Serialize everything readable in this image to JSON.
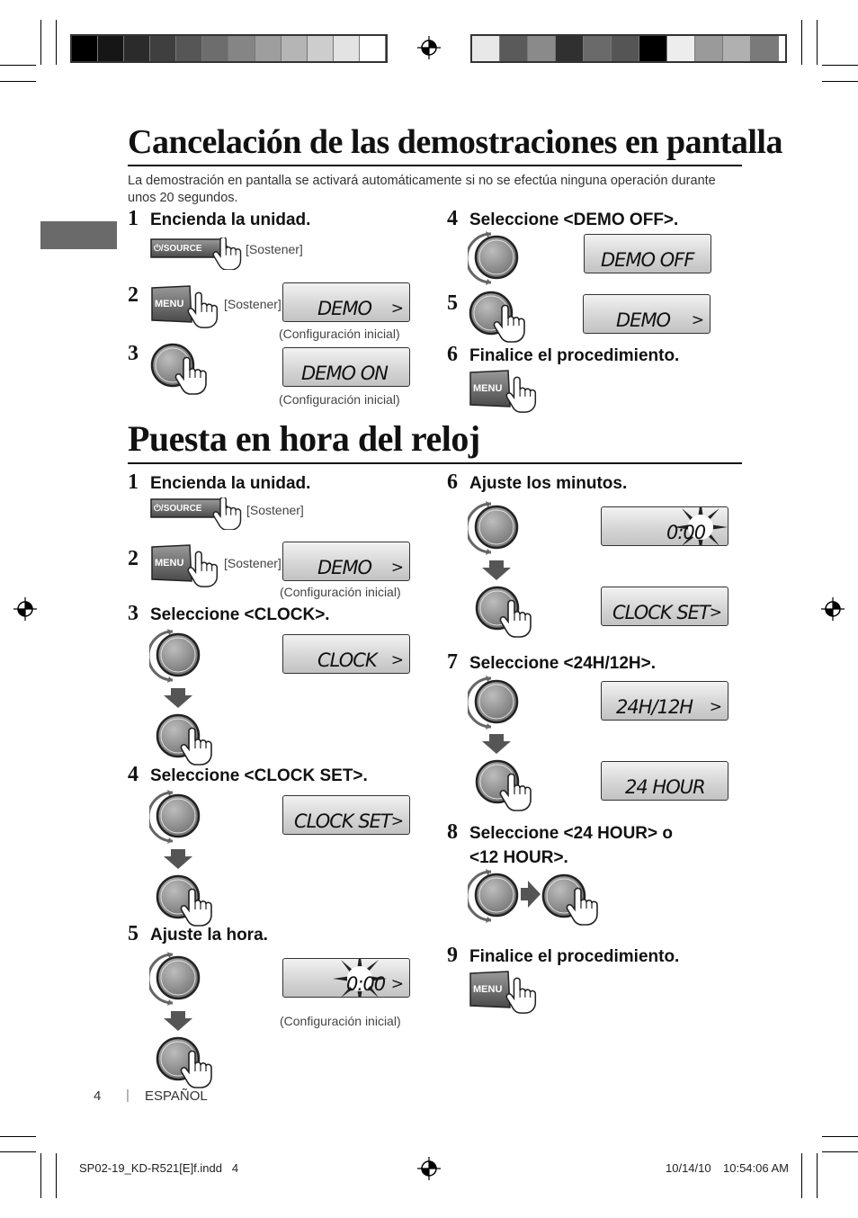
{
  "colors": {
    "bar_left": [
      "#000000",
      "#161616",
      "#2b2b2b",
      "#3f3f3f",
      "#565656",
      "#6d6d6d",
      "#858585",
      "#9e9e9e",
      "#b5b5b5",
      "#cdcdcd",
      "#e3e3e3",
      "#ffffff"
    ],
    "bar_right": [
      "#e8e8e8",
      "#5a5a5a",
      "#8a8a8a",
      "#303030",
      "#6a6a6a",
      "#555555",
      "#000000",
      "#ededed",
      "#9a9a9a",
      "#b0b0b0",
      "#7a7a7a"
    ],
    "tab": "#6a6a6a"
  },
  "section1": {
    "title": "Cancelación de las demostraciones en pantalla",
    "intro": "La demostración en pantalla se activará automáticamente si no se efectúa ninguna operación durante unos 20 segundos.",
    "steps": {
      "s1_num": "1",
      "s1_text": "Encienda la unidad.",
      "s1_hold": "[Sostener]",
      "s2_num": "2",
      "s2_hold": "[Sostener]",
      "s2_lcd": "DEMO",
      "s2_caption": "(Configuración inicial)",
      "s3_num": "3",
      "s3_lcd": "DEMO ON",
      "s3_caption": "(Configuración inicial)",
      "s4_num": "4",
      "s4_text": "Seleccione <DEMO OFF>.",
      "s4_lcd": "DEMO OFF",
      "s5_num": "5",
      "s5_lcd": "DEMO",
      "s6_num": "6",
      "s6_text": "Finalice el procedimiento."
    }
  },
  "section2": {
    "title": "Puesta en hora del reloj",
    "steps": {
      "s1_num": "1",
      "s1_text": "Encienda la unidad.",
      "s1_hold": "[Sostener]",
      "s2_num": "2",
      "s2_hold": "[Sostener]",
      "s2_lcd": "DEMO",
      "s2_caption": "(Configuración inicial)",
      "s3_num": "3",
      "s3_text": "Seleccione <CLOCK>.",
      "s3_lcd": "CLOCK",
      "s4_num": "4",
      "s4_text": "Seleccione <CLOCK SET>.",
      "s4_lcd": "CLOCK SET",
      "s5_num": "5",
      "s5_text": "Ajuste la hora.",
      "s5_lcd": "0:00",
      "s5_caption": "(Configuración inicial)",
      "s6_num": "6",
      "s6_text": "Ajuste los minutos.",
      "s6_lcd1": "0:00",
      "s6_lcd2": "CLOCK SET",
      "s7_num": "7",
      "s7_text": "Seleccione <24H/12H>.",
      "s7_lcd1": "24H/12H",
      "s7_lcd2": "24 HOUR",
      "s8_num": "8",
      "s8_text_line1": "Seleccione <24 HOUR> o",
      "s8_text_line2": "<12 HOUR>.",
      "s9_num": "9",
      "s9_text": "Finalice el procedimiento."
    }
  },
  "buttons": {
    "source_label": "⏻/SOURCE",
    "menu_label": "MENU",
    "chevron": ">"
  },
  "footer": {
    "page_number": "4",
    "separator": "|",
    "language": "ESPAÑOL"
  },
  "slug": {
    "file": "SP02-19_KD-R521[E]f.indd   4",
    "date": "10/14/10",
    "time": "10:54:06 AM"
  }
}
